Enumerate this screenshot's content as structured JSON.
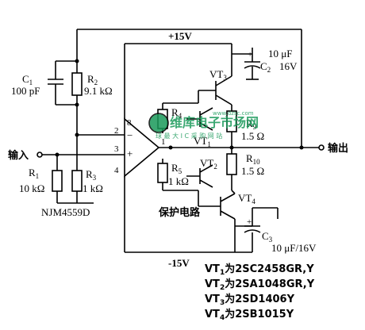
{
  "rails": {
    "pos_label": "+15V",
    "neg_label": "-15V"
  },
  "components": {
    "c1": {
      "ref": "C",
      "sub": "1",
      "value": "100 pF"
    },
    "r2": {
      "ref": "R",
      "sub": "2",
      "value": "9.1 kΩ"
    },
    "r1": {
      "ref": "R",
      "sub": "1",
      "value": "10 kΩ"
    },
    "r3": {
      "ref": "R",
      "sub": "3",
      "value": "1 kΩ"
    },
    "r4": {
      "ref": "R",
      "sub": "4"
    },
    "r5": {
      "ref": "R",
      "sub": "5",
      "value": "1 kΩ"
    },
    "r9": {
      "ref": "R",
      "sub": "9",
      "value": "1.5 Ω"
    },
    "r10": {
      "ref": "R",
      "sub": "10",
      "value": "1.5 Ω"
    },
    "c2": {
      "ref": "C",
      "sub": "2",
      "value": "10 μF",
      "rating": "16V"
    },
    "c3": {
      "ref": "C",
      "sub": "3",
      "value": "10 μF/16V"
    },
    "vt1": {
      "ref": "VT",
      "sub": "1"
    },
    "vt2": {
      "ref": "VT",
      "sub": "2"
    },
    "vt3": {
      "ref": "VT",
      "sub": "3"
    },
    "vt4": {
      "ref": "VT",
      "sub": "4"
    }
  },
  "opamp": {
    "part": "NJM4559D",
    "pins": [
      "2",
      "3",
      "8",
      "4",
      "1"
    ],
    "minus": "−",
    "plus": "+"
  },
  "labels": {
    "input": "输入",
    "output": "输出",
    "protection": "保护电路"
  },
  "transistor_list": [
    {
      "ref": "VT",
      "sub": "1",
      "text": "为2SC2458GR,Y"
    },
    {
      "ref": "VT",
      "sub": "2",
      "text": "为2SA1048GR,Y"
    },
    {
      "ref": "VT",
      "sub": "3",
      "text": "为2SD1406Y"
    },
    {
      "ref": "VT",
      "sub": "4",
      "text": "为2SB1015Y"
    }
  ],
  "watermark": {
    "title": "维库电子市场网",
    "subtitle": "球 最 大 I C 采 购 网 站",
    "url": "www.dzsc.com"
  },
  "colors": {
    "line": "#000000",
    "background": "#ffffff",
    "watermark": "#1a9a5a"
  }
}
